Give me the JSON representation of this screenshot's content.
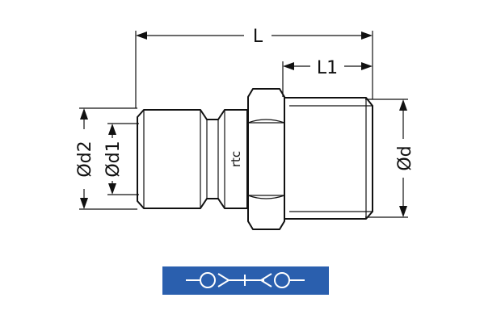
{
  "dimensions": {
    "length_total": "L",
    "length_thread": "L1",
    "diameter_outer_body": "Ød2",
    "diameter_inner_body": "Ød1",
    "diameter_thread": "Ød"
  },
  "logo_mark": "rtc",
  "symbol_badge": {
    "background_color": "#2a5fae",
    "line_color": "#ffffff"
  }
}
